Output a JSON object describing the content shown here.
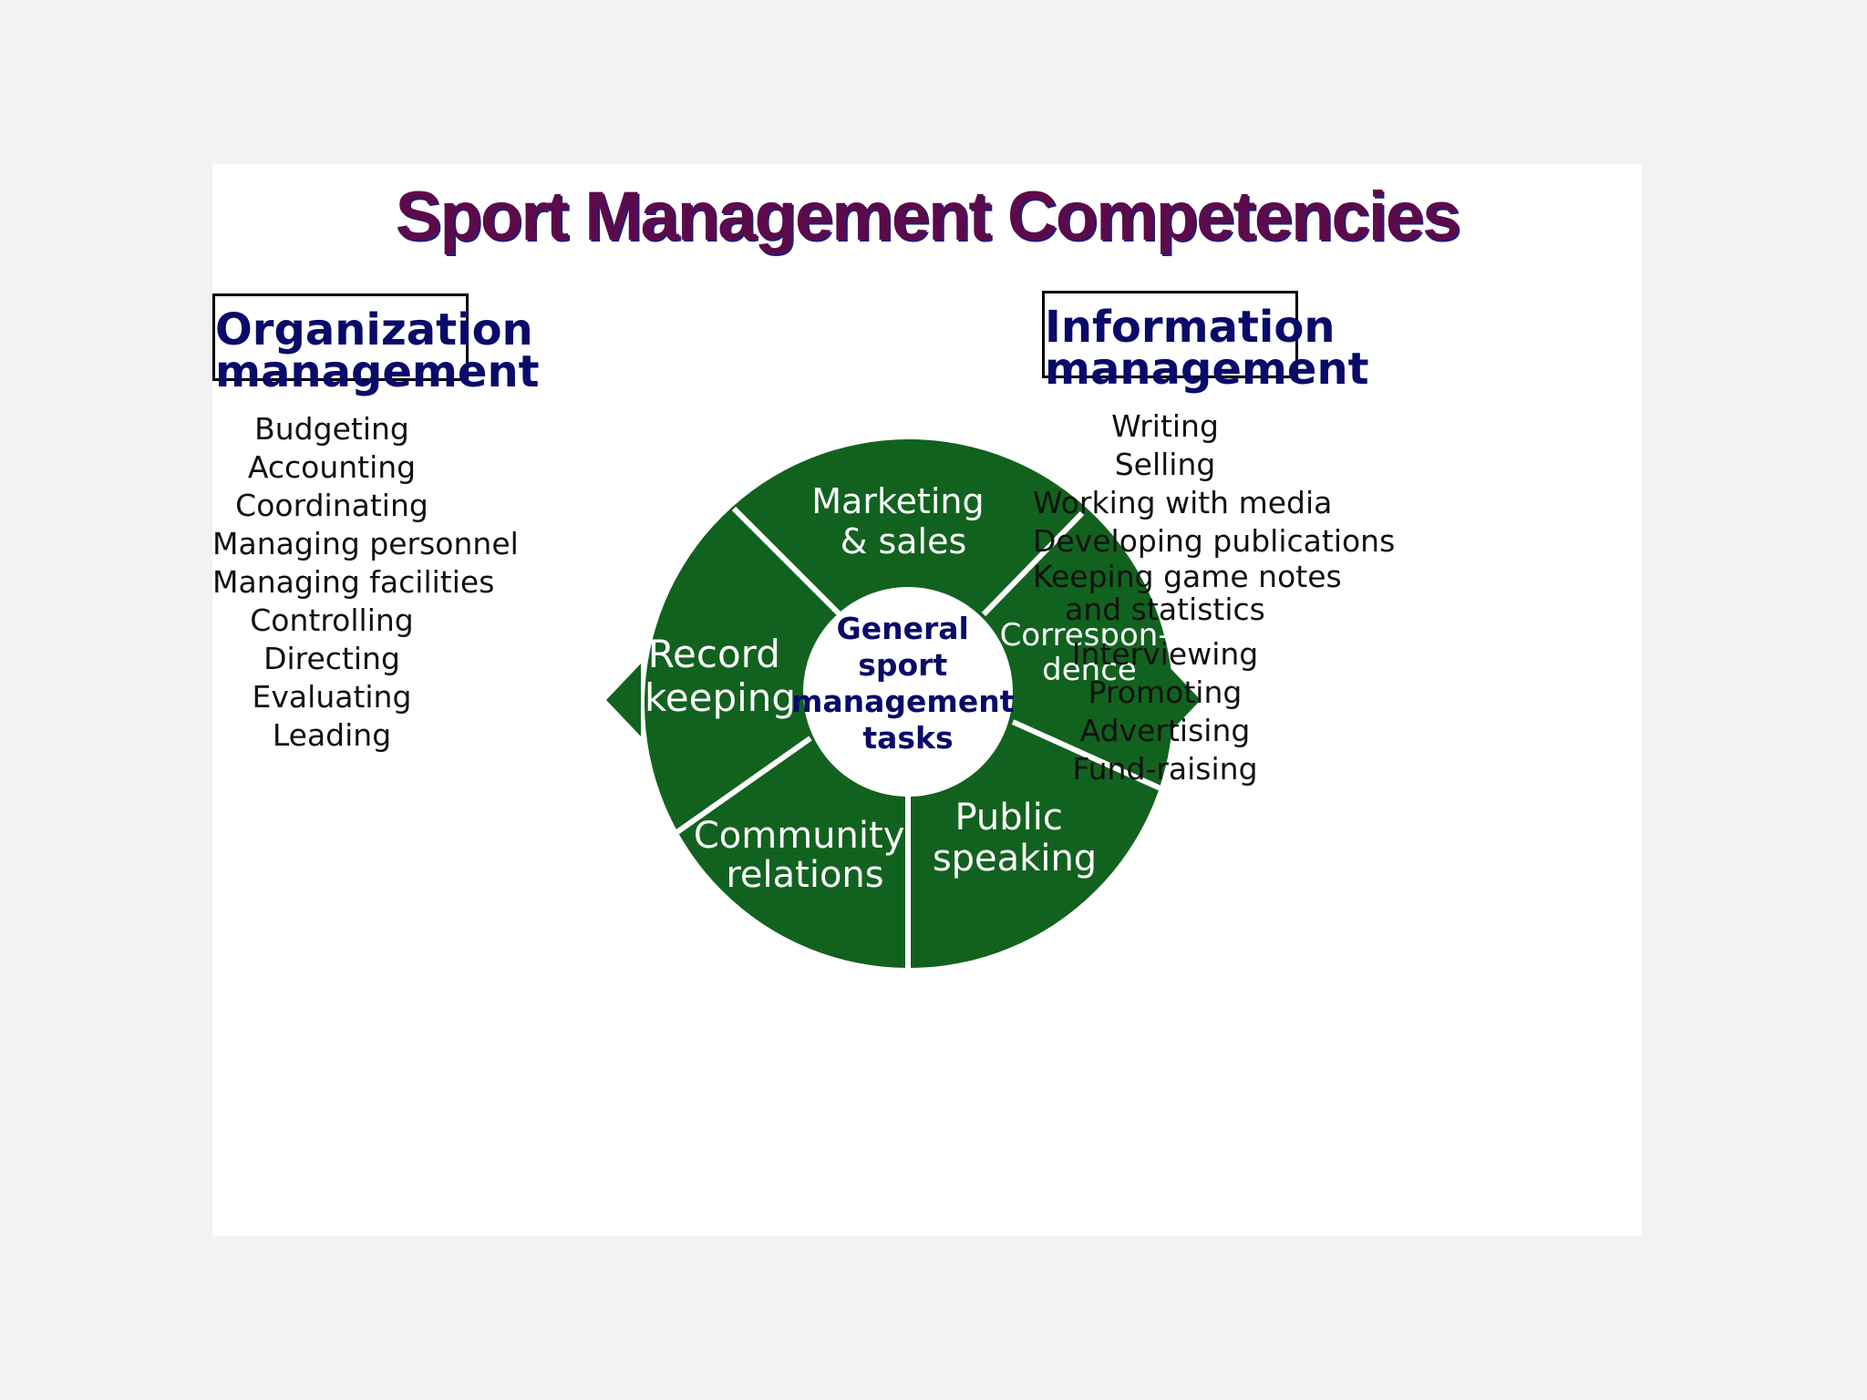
{
  "title": "Sport Management Competencies",
  "colors": {
    "wheel_green": "#12621f",
    "title_purple": "#5c0a4a",
    "navy_text": "#0a0a6a"
  },
  "left_box": {
    "line1": "Organization",
    "line2": "management"
  },
  "right_box": {
    "line1": "Information",
    "line2": "management"
  },
  "left_list": [
    "Budgeting",
    "Accounting",
    "Coordinating",
    "Managing personnel",
    "Managing facilities",
    "Controlling",
    "Directing",
    "Evaluating",
    "Leading"
  ],
  "right_list": {
    "top": [
      "Writing",
      "Selling",
      "Working with media",
      "Developing publications"
    ],
    "game_notes": [
      "Keeping game notes",
      "and statistics"
    ],
    "bottom": [
      "Interviewing",
      "Promoting",
      "Advertising",
      "Fund-raising"
    ]
  },
  "wheel": {
    "center": [
      "General",
      "sport",
      "management",
      "tasks"
    ],
    "segments": {
      "marketing": [
        "Marketing",
        "& sales"
      ],
      "correspondence": [
        "Correspon-",
        "dence"
      ],
      "public_speaking": [
        "Public",
        "speaking"
      ],
      "community_relations": [
        "Community",
        "relations"
      ],
      "record_keeping": [
        "Record",
        "keeping"
      ]
    }
  }
}
